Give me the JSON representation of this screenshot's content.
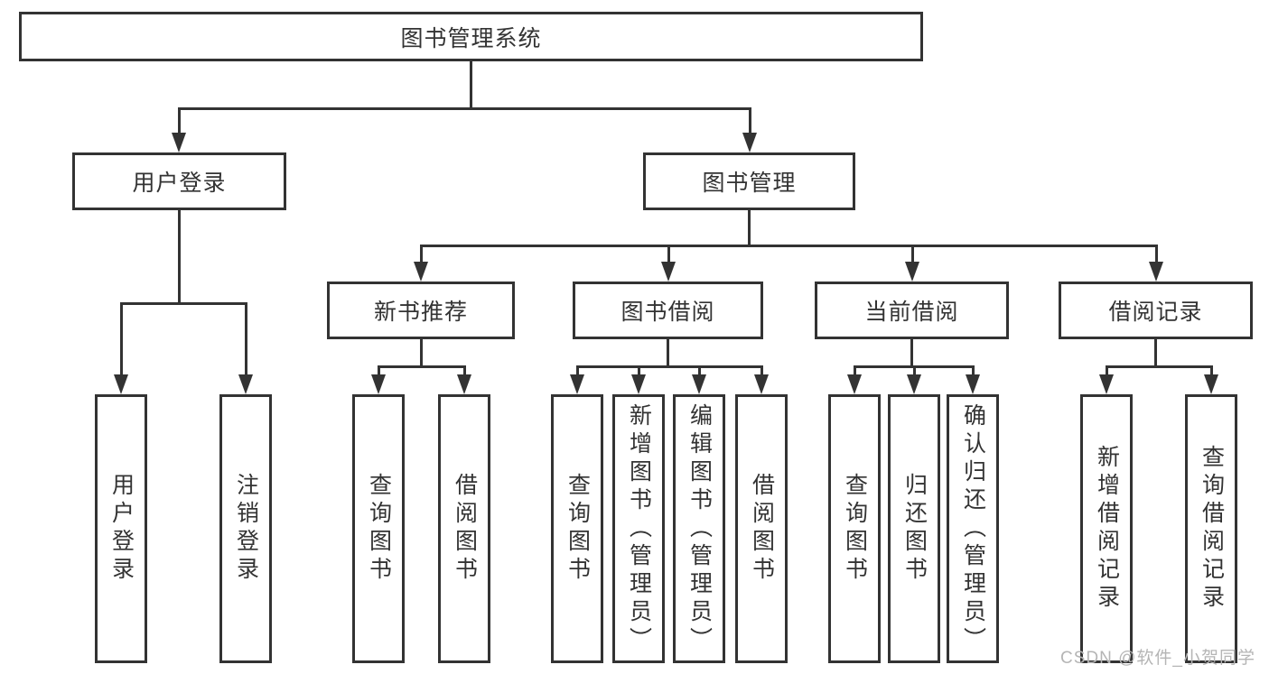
{
  "diagram": {
    "title": "图书管理系统",
    "branches": {
      "login": {
        "label": "用户登录",
        "children": [
          "用户登录",
          "注销登录"
        ]
      },
      "management": {
        "label": "图书管理",
        "sections": {
          "newBooks": {
            "label": "新书推荐",
            "children": [
              "查询图书",
              "借阅图书"
            ]
          },
          "borrowing": {
            "label": "图书借阅",
            "children": [
              "查询图书",
              "新增图书（管理员）",
              "编辑图书（管理员）",
              "借阅图书"
            ]
          },
          "current": {
            "label": "当前借阅",
            "children": [
              "查询图书",
              "归还图书",
              "确认归还（管理员）"
            ]
          },
          "records": {
            "label": "借阅记录",
            "children": [
              "新增借阅记录",
              "查询借阅记录"
            ]
          }
        }
      }
    }
  },
  "watermark": {
    "text": "CSDN @软件_小贺同学"
  },
  "colors": {
    "line": "#333333",
    "box_border": "#333333",
    "text": "#333333",
    "watermark": "#b5b5b5",
    "background": "#ffffff"
  }
}
